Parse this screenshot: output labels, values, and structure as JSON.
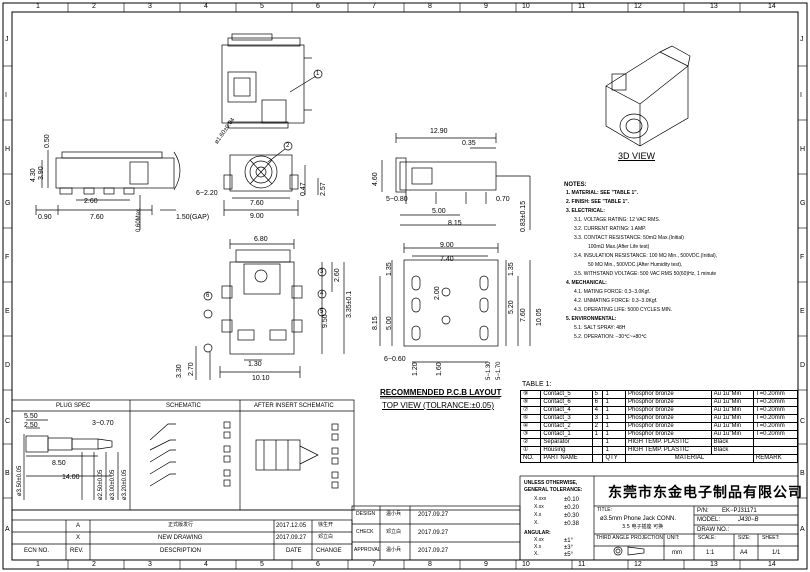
{
  "frame": {
    "col_numbers": [
      "1",
      "2",
      "3",
      "4",
      "5",
      "6",
      "7",
      "8",
      "9",
      "10",
      "11",
      "12",
      "13",
      "14"
    ],
    "row_letters": [
      "J",
      "I",
      "H",
      "G",
      "F",
      "E",
      "D",
      "C",
      "B",
      "A"
    ]
  },
  "dims": {
    "side_0_50": "0.50",
    "side_4_30": "4.30",
    "side_3_90": "3.90",
    "side_2_60": "2.60",
    "side_0_90": "0.90",
    "side_7_60": "7.60",
    "side_0_60max": "0.60Max.",
    "side_gap": "1.50(GAP)",
    "front_dia": "ø1.60±0.04",
    "front_6_20": "6−2.20",
    "front_0_47": "0.47",
    "front_2_57": "2.57",
    "front_7_60": "7.60",
    "front_9_00": "9.00",
    "bot_6_80": "6.80",
    "bot_2_60": "2.60",
    "bot_3_35": "3.35±0.1",
    "bot_9_50": "9.50",
    "bot_3_30": "3.30",
    "bot_2_70": "2.70",
    "bot_1_30": "1.30",
    "bot_10_10": "10.10",
    "top_12_90": "12.90",
    "top_0_35": "0.35",
    "top_4_60": "4.60",
    "top_5_0_80": "5−0.80",
    "top_0_70": "0.70",
    "top_5_00": "5.00",
    "top_8_15": "8.15",
    "top_0_83": "0.83±0.15",
    "pcb_9_00": "9.00",
    "pcb_7_40": "7.40",
    "pcb_1_35a": "1.35",
    "pcb_1_35b": "1.35",
    "pcb_2_00": "2.00",
    "pcb_5_00": "5.00",
    "pcb_8_15": "8.15",
    "pcb_7_60": "7.60",
    "pcb_5_20": "5.20",
    "pcb_10_05": "10.05",
    "pcb_6_0_60": "6−0.60",
    "pcb_1_20": "1.20",
    "pcb_1_60": "1.60",
    "pcb_5_1_30": "5−1.30",
    "pcb_5_1_70": "5−1.70"
  },
  "balloons": [
    "1",
    "2",
    "3",
    "4",
    "5",
    "6"
  ],
  "view_3d_label": "3D VIEW",
  "pcb_title": "RECOMMENDED P.C.B LAYOUT",
  "pcb_subtitle": "TOP VIEW (TOLRANCE:±0.05)",
  "notes": [
    "NOTES:",
    "1. MATERIAL: SEE \"TABLE 1\".",
    "2. FINISH: SEE \"TABLE 1\".",
    "3. ELECTRICAL:",
    "3.1. VOLTAGE RATING: 12 VAC RMS.",
    "3.2. CURRENT RATING: 1 AMP.",
    "3.3. CONTACT RESISTANCE: 50mΩ Max.(Initial)",
    "100mΩ Max.(After Life test)",
    "3.4. INSULATION RESISTANCE: 100 MΩ Min., 500VDC.(Initial),",
    "50 MΩ Min., 500VDC.(After Humidity test).",
    "3.5. WITHSTAND VOLTAGE: 500 VAC RMS 50(60)Hz, 1 minute",
    "4. MECHANICAL:",
    "4.1. MATING FORCE: 0.3−3.0Kgf.",
    "4.2. UNMATING FORCE: 0.3−3.0Kgf.",
    "4.3. OPERATING LIFE: 5000 CYCLES MIN.",
    "5. ENVIRONMENTAL:",
    "5.1. SALT SPRAY: 48H",
    "5.2. OPERATION: −30℃~+80℃"
  ],
  "table1": {
    "title": "TABLE 1:",
    "rows": [
      {
        "no": "⑨",
        "part": "Contact_5",
        "pin": "5",
        "qty": "1",
        "material": "Phosphor bronze",
        "finish": "Au 1u\"Min",
        "remark": "T=0.20mm"
      },
      {
        "no": "⑧",
        "part": "Contact_6",
        "pin": "6",
        "qty": "1",
        "material": "Phosphor bronze",
        "finish": "Au 1u\"Min",
        "remark": "T=0.20mm"
      },
      {
        "no": "⑦",
        "part": "Contact_4",
        "pin": "4",
        "qty": "1",
        "material": "Phosphor bronze",
        "finish": "Au 1u\"Min",
        "remark": "T=0.20mm"
      },
      {
        "no": "⑥",
        "part": "Contact_3",
        "pin": "3",
        "qty": "1",
        "material": "Phosphor bronze",
        "finish": "Au 1u\"Min",
        "remark": "T=0.20mm"
      },
      {
        "no": "④",
        "part": "Contact_2",
        "pin": "2",
        "qty": "1",
        "material": "Phosphor bronze",
        "finish": "Au 1u\"Min",
        "remark": "T=0.20mm"
      },
      {
        "no": "③",
        "part": "Contact_1",
        "pin": "1",
        "qty": "1",
        "material": "Phosphor bronze",
        "finish": "Au 1u\"Min",
        "remark": "T=0.20mm"
      },
      {
        "no": "②",
        "part": "Separator",
        "pin": "",
        "qty": "1",
        "material": "HIGH TEMP. PLASTIC",
        "finish": "Black",
        "remark": ""
      },
      {
        "no": "①",
        "part": "Housing",
        "pin": "",
        "qty": "1",
        "material": "HIGH TEMP. PLASTIC",
        "finish": "Black",
        "remark": ""
      }
    ],
    "header": {
      "no": "NO.",
      "part": "PART NAME",
      "qty": "QTY",
      "material": "MATERIAL",
      "remark": "REMARK"
    }
  },
  "plug_spec": {
    "title": "PLUG SPEC",
    "d5_50": "5.50",
    "d2_50": "2.50",
    "d3_0_70": "3−0.70",
    "d8_50": "8.50",
    "d14_00": "14.00",
    "d3_50": "ø3.50±0.05",
    "d2_50b": "ø2.50±0.05",
    "d3_00": "ø3.00±0.05",
    "d3_20": "ø3.20±0.05"
  },
  "schematic_title": "SCHEMATIC",
  "after_insert_title": "AFTER INSERT SCHEMATIC",
  "revisions": {
    "rows": [
      {
        "rev": "A",
        "desc": "正式版发行",
        "date": "2017.12.05",
        "change": "徐生开"
      },
      {
        "rev": "X",
        "desc": "NEW DRAWING",
        "date": "2017.09.27",
        "change": "邓立白"
      }
    ],
    "header": {
      "ecn": "ECN NO.",
      "rev": "REV.",
      "desc": "DESCRIPTION",
      "date": "DATE",
      "change": "CHANGE"
    }
  },
  "approvals": [
    {
      "role": "DESIGN",
      "name": "温小兵",
      "date": "2017.09.27"
    },
    {
      "role": "CHECK",
      "name": "邓立白",
      "date": "2017.09.27"
    },
    {
      "role": "APPROVAL",
      "name": "温小兵",
      "date": "2017.09.27"
    }
  ],
  "tolerance": {
    "title1": "UNLESS OTHERWISE,",
    "title2": "GENERAL TOLERANCE:",
    "rows": [
      [
        "X.xxx",
        "±0.10"
      ],
      [
        "X.xx",
        "±0.20"
      ],
      [
        "X.x",
        "±0.30"
      ],
      [
        "X.",
        "±0.38"
      ]
    ],
    "angular_title": "ANGULAR:",
    "angular": [
      [
        "X.xx",
        "±1°"
      ],
      [
        "X.x",
        "±3°"
      ],
      [
        "X.",
        "±5°"
      ]
    ]
  },
  "company": "东莞市东金电子制品有限公司",
  "title_block": {
    "title_label": "TITLE:",
    "title": "ø3.5mm Phone Jack CONN.",
    "title_sub": "3.5 电子插座 可换",
    "pn_label": "P/N:",
    "pn": "EK−PJ31171",
    "model_label": "MODEL:",
    "model": "J430−B",
    "drawno_label": "DRAW NO.:",
    "projection": "THIRD ANGLE PROJECTION",
    "unit_label": "UNIT:",
    "unit": "mm",
    "scale_label": "SCALE:",
    "scale": "1:1",
    "size_label": "SIZE:",
    "size": "A4",
    "sheet_label": "SHEET:",
    "sheet": "1/1"
  }
}
